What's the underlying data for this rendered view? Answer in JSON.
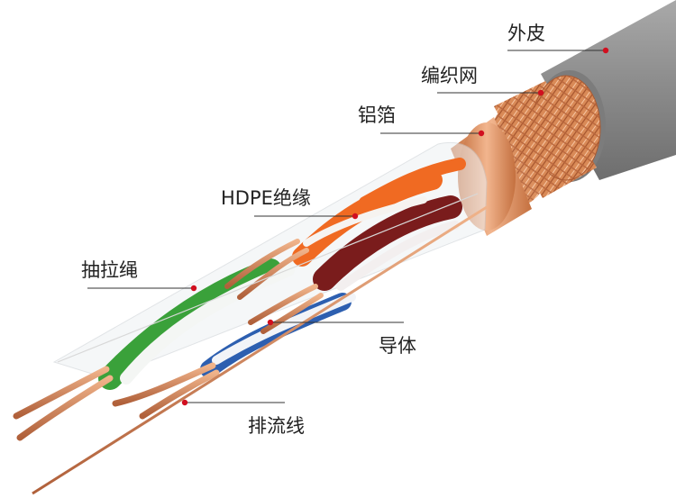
{
  "labels": {
    "jacket": "外皮",
    "braid": "编织网",
    "foil": "铝箔",
    "insulation": "HDPE绝缘",
    "ripcord": "抽拉绳",
    "conductor": "导体",
    "drain_wire": "排流线"
  },
  "colors": {
    "jacket": "#8e8e8e",
    "braid": "#d4824f",
    "foil": "#e09366",
    "copper": "#c9774a",
    "orange_pair": "#f06a22",
    "green_pair": "#3aa13a",
    "brown_pair": "#7a1c1c",
    "blue_pair": "#2d5fb0",
    "leader_line": "#333333",
    "marker_dot": "#d10f1f"
  }
}
